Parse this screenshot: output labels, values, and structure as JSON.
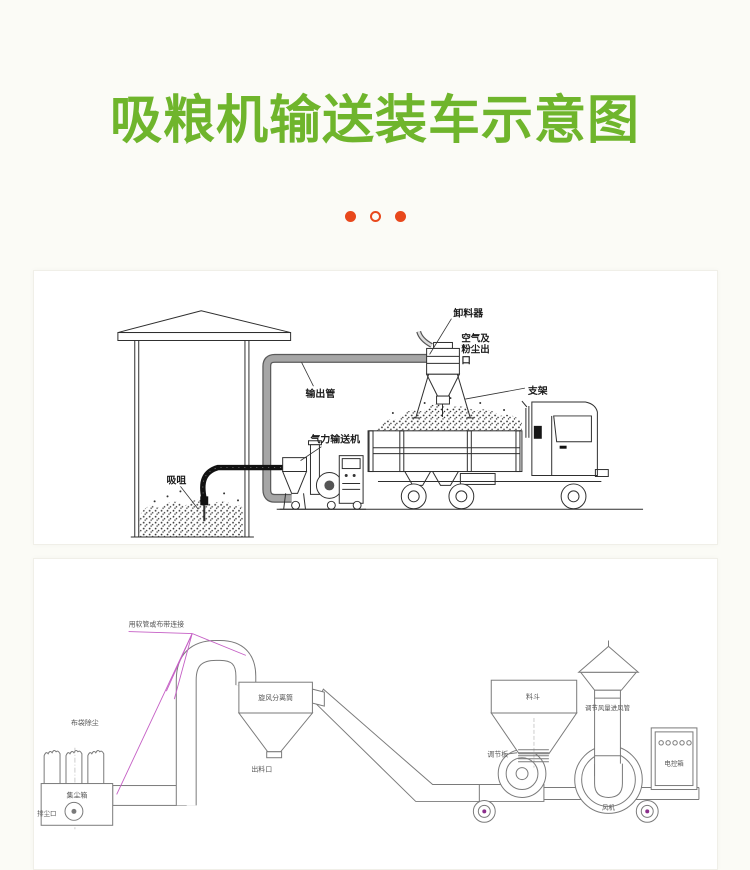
{
  "page": {
    "background": "#fbfbf6",
    "card_background": "#ffffff"
  },
  "header": {
    "title": "吸粮机输送装车示意图",
    "title_color": "#6fb52c"
  },
  "carousel": {
    "dot_color": "#e8481c",
    "dots": [
      {
        "class": "dot filled"
      },
      {
        "class": "dot outline"
      },
      {
        "class": "dot filled"
      }
    ]
  },
  "colors": {
    "diagram_line": "#2e2e2e",
    "diagram2_line": "#7a7a7a",
    "pipe_gray": "#a6a6a6",
    "annotation_magenta": "#c55fc5"
  },
  "diagram1": {
    "labels": {
      "unloader": "卸料器",
      "air_dust_outlet_lines": [
        "空气及",
        "粉尘出",
        "口"
      ],
      "bracket": "支架",
      "output_pipe": "输出管",
      "pneumatic_conveyor": "气力输送机",
      "suction_nozzle": "吸咀"
    }
  },
  "diagram2": {
    "labels": {
      "hose_connection": "用软管或布带连接",
      "bag_dust_filter": "布袋除尘",
      "dust_collection_box": "集尘箱",
      "dust_discharge_port": "排尘口",
      "cyclone_separator": "旋风分离筒",
      "discharge_outlet": "出料口",
      "hopper": "料斗",
      "adjusting_plate": "调节板",
      "air_intake_pipe": "调节风量进风管",
      "fan": "风机",
      "electric_control_box": "电控箱"
    }
  }
}
